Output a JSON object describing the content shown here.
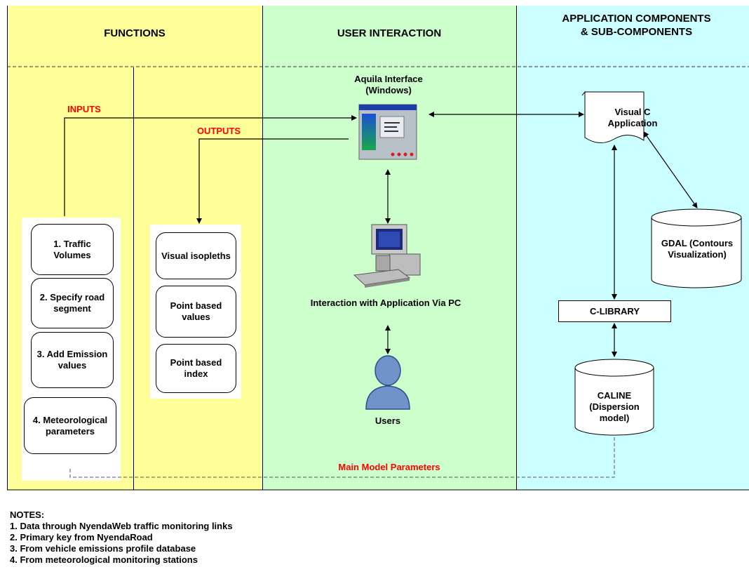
{
  "lanes": [
    {
      "id": "functions",
      "title": "FUNCTIONS",
      "color": "#ffff99"
    },
    {
      "id": "user-interaction",
      "title": "USER INTERACTION",
      "color": "#ccffcc"
    },
    {
      "id": "components",
      "title": "APPLICATION COMPONENTS & SUB-COMPONENTS",
      "color": "#ccffff"
    }
  ],
  "labels": {
    "inputs": "INPUTS",
    "outputs": "OUTPUTS",
    "main_model_parameters": "Main Model Parameters"
  },
  "inputs": [
    "1. Traffic Volumes",
    "2. Specify road segment",
    "3. Add Emission values",
    "4. Meteorological parameters"
  ],
  "outputs": [
    "Visual isopleths",
    "Point based values",
    "Point based index"
  ],
  "user_interaction": {
    "interface": "Aquila Interface (Windows)",
    "pc": "Interaction with Application Via PC",
    "users": "Users"
  },
  "components": {
    "visual_c": "Visual C Application",
    "gdal": "GDAL (Contours Visualization)",
    "c_library": "C-LIBRARY",
    "caline": "CALINE (Dispersion model)"
  },
  "notes": {
    "heading": "NOTES:",
    "items": [
      "1. Data through NyendaWeb traffic monitoring links",
      "2. Primary key from NyendaRoad",
      "3. From vehicle emissions profile database",
      "4. From meteorological monitoring stations"
    ]
  }
}
